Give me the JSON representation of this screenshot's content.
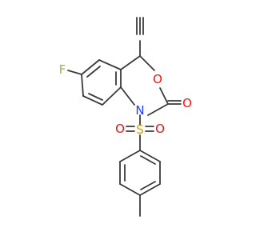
{
  "atoms": {
    "fluorine": "F",
    "ring_oxygen": "O",
    "carbonyl_oxygen": "O",
    "nitrogen": "N",
    "sulfur": "S",
    "sulfonyl_oxygen_left": "O",
    "sulfonyl_oxygen_right": "O"
  },
  "colors": {
    "bond": "#3a3a3a",
    "fluorine": "#8fbf3f",
    "oxygen": "#ff0d0d",
    "nitrogen": "#1f3fff",
    "sulfur": "#c8a800"
  }
}
